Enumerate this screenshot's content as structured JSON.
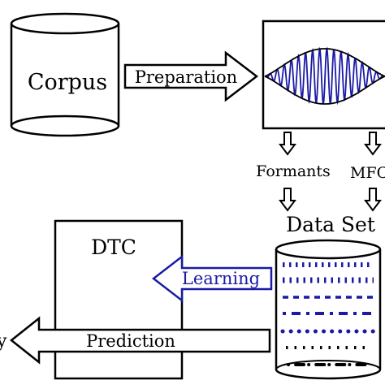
{
  "labels": {
    "corpus": "Corpus",
    "preparation": "Preparation",
    "formants": "Formants",
    "mfcc": "MFC",
    "dataset": "Data Set",
    "dtc": "DTC",
    "learning": "Learning",
    "prediction": "Prediction",
    "output_partial": "y"
  },
  "colors": {
    "stroke": "#000000",
    "accent": "#1a1aa6",
    "background": "#ffffff"
  }
}
